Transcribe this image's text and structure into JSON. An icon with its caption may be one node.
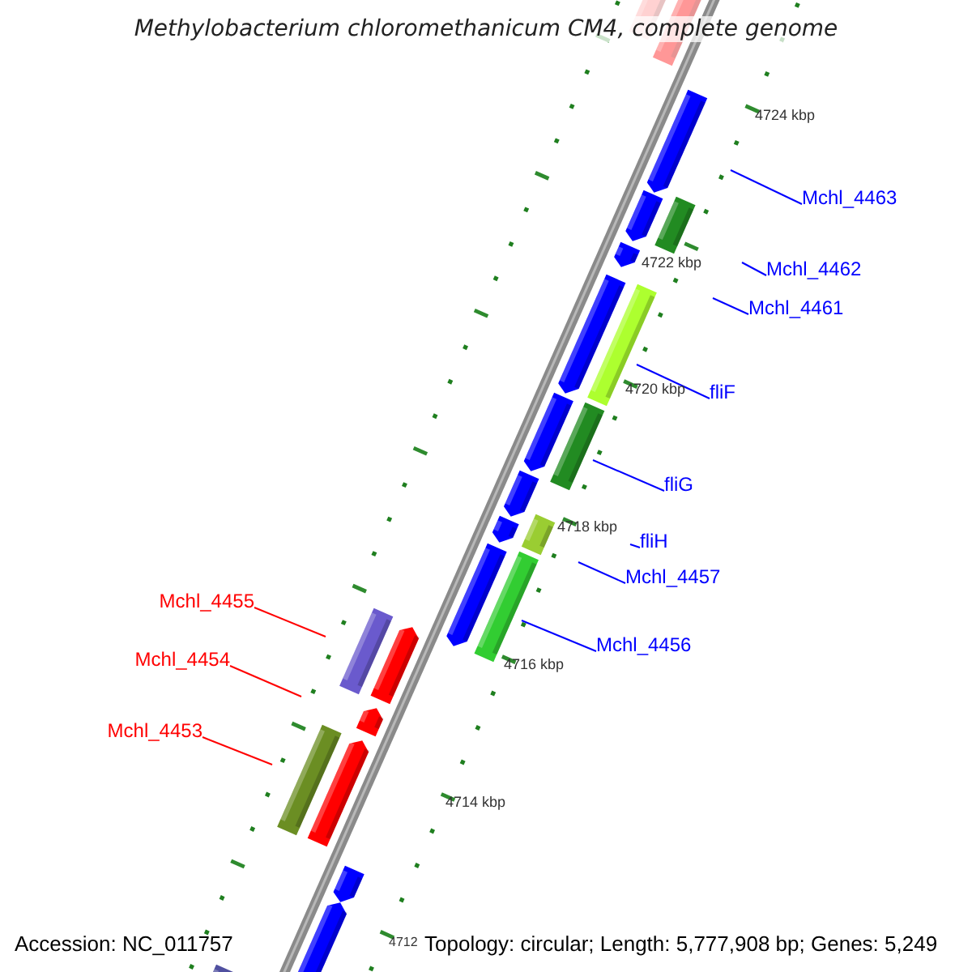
{
  "diagram": {
    "title": "Methylobacterium chloromethanicum CM4, complete genome",
    "nodes": [
      {
        "text": [
          "Mchl_4463"
        ]
      },
      {
        "text": [
          "Mchl_4462"
        ]
      },
      {
        "text": [
          "Mchl_4461"
        ]
      },
      {
        "text": [
          "fliF"
        ]
      },
      {
        "text": [
          "fliG"
        ]
      },
      {
        "text": [
          "fliH"
        ]
      },
      {
        "text": [
          "Mchl_4457"
        ]
      },
      {
        "text": [
          "Mchl_4456"
        ]
      },
      {
        "text": [
          "Mchl_4455"
        ]
      },
      {
        "text": [
          "Mchl_4454"
        ]
      },
      {
        "text": [
          "Mchl_4453"
        ]
      }
    ],
    "edges": [
      {
        "from": 0,
        "to": null,
        "arrow": "none"
      },
      {
        "from": 1,
        "to": null,
        "arrow": "none"
      },
      {
        "from": 2,
        "to": null,
        "arrow": "none"
      },
      {
        "from": 3,
        "to": null,
        "arrow": "none"
      },
      {
        "from": 4,
        "to": null,
        "arrow": "none"
      },
      {
        "from": 5,
        "to": null,
        "arrow": "none"
      },
      {
        "from": 6,
        "to": null,
        "arrow": "none"
      },
      {
        "from": 7,
        "to": null,
        "arrow": "none"
      },
      {
        "from": 8,
        "to": null,
        "arrow": "none",
        "color": "#ff0000"
      },
      {
        "from": 9,
        "to": null,
        "arrow": "none",
        "color": "#ff0000"
      },
      {
        "from": 10,
        "to": null,
        "arrow": "none",
        "color": "#ff0000"
      }
    ],
    "labels": [
      "4724 kbp",
      "4722 kbp",
      "4720 kbp",
      "4718 kbp",
      "4716 kbp",
      "4714 kbp",
      "4712",
      "Accession: NC_011757",
      "Topology: circular; Length: 5,777,908 bp; Genes: 5,249"
    ]
  }
}
